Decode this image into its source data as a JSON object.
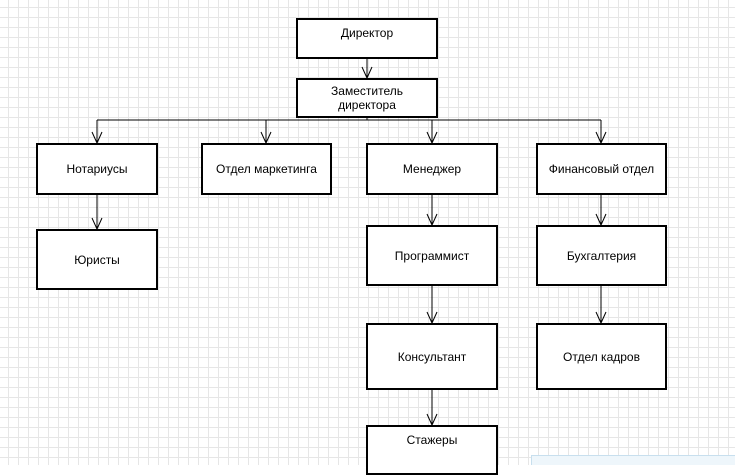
{
  "diagram": {
    "nodes": {
      "director": "Директор",
      "deputy_director": "Заместитель директора",
      "notaries": "Нотариусы",
      "marketing": "Отдел маркетинга",
      "manager": "Менеджер",
      "finance": "Финансовый отдел",
      "lawyers": "Юристы",
      "programmer": "Программист",
      "accounting": "Бухгалтерия",
      "consultant": "Консультант",
      "hr": "Отдел кадров",
      "interns": "Стажеры"
    }
  }
}
